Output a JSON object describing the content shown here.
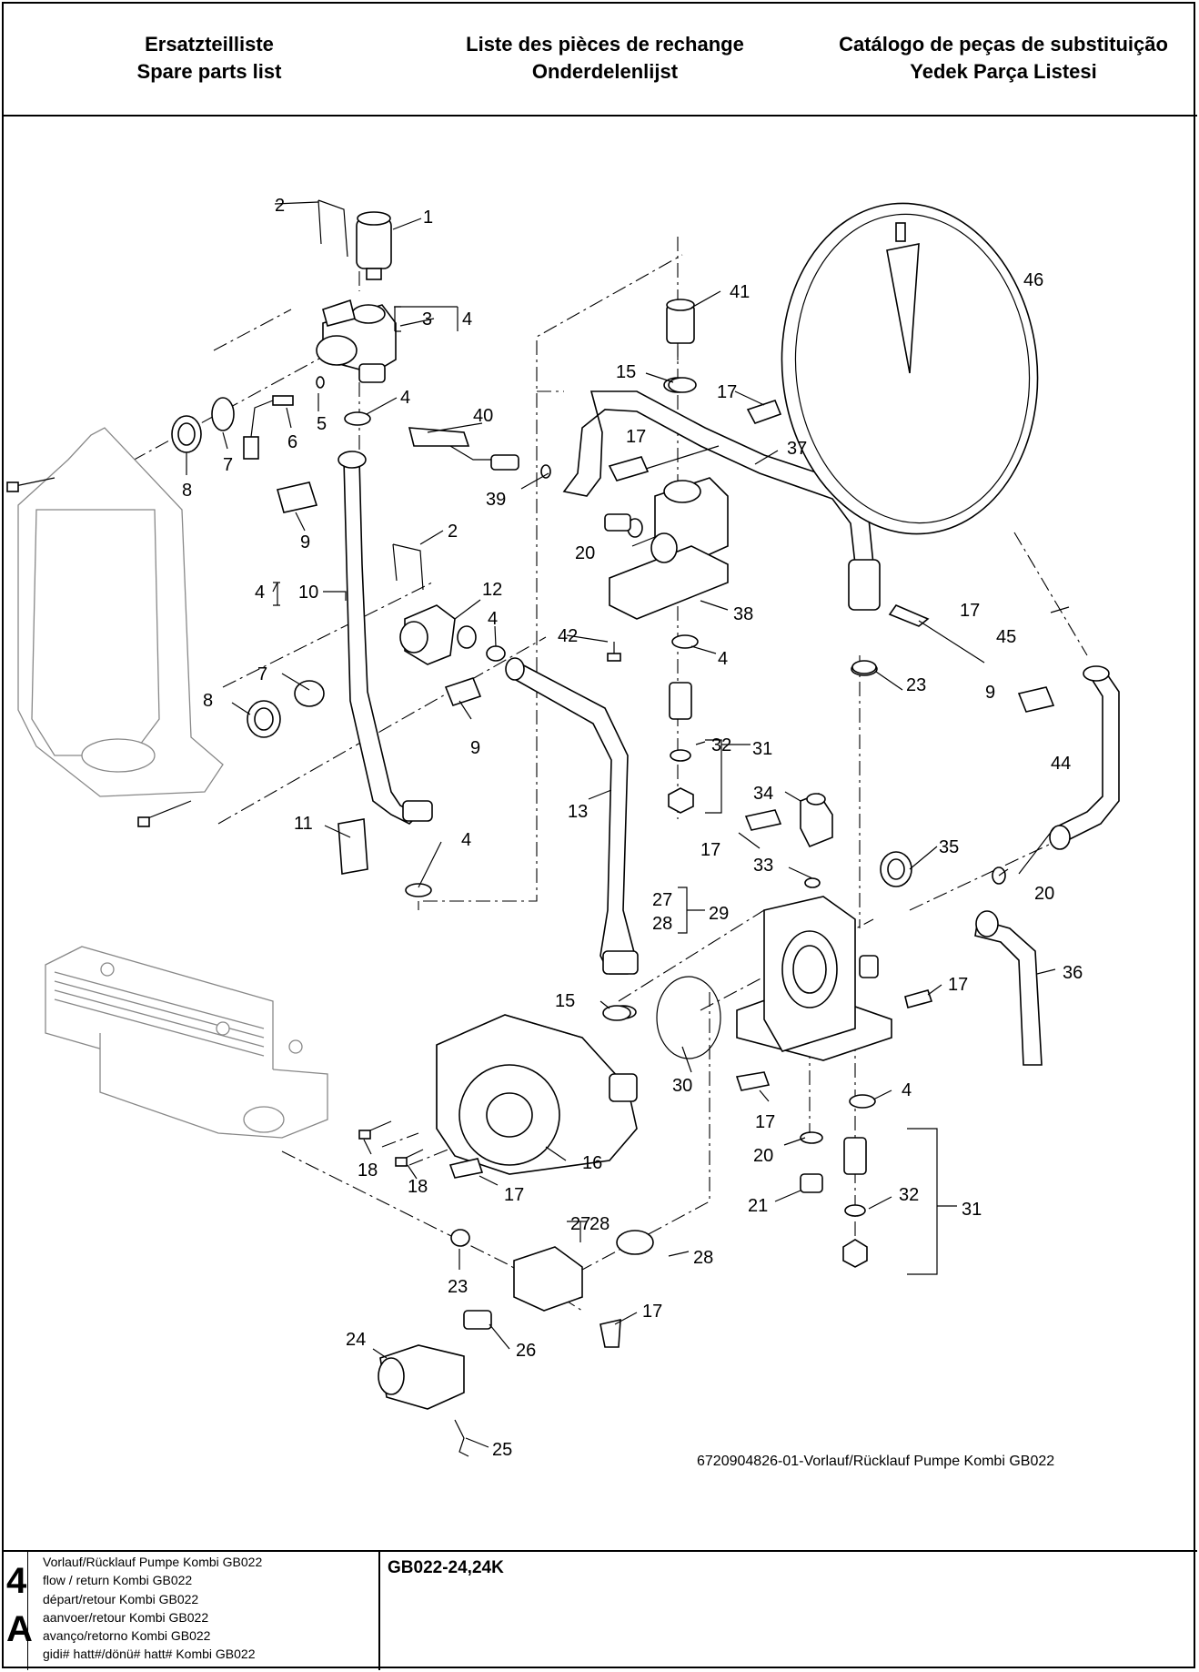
{
  "header": {
    "columns": [
      {
        "line1": "Ersatzteilliste",
        "line2": "Spare parts list"
      },
      {
        "line1": "Liste des pièces de rechange",
        "line2": "Onderdelenlijst"
      },
      {
        "line1": "Catálogo de peças de substituição",
        "line2": "Yedek Parça Listesi"
      }
    ]
  },
  "diagram": {
    "caption": "6720904826-01-Vorlauf/Rücklauf Pumpe Kombi GB022",
    "callouts": [
      "1",
      "2",
      "3",
      "4",
      "5",
      "6",
      "7",
      "8",
      "9",
      "10",
      "11",
      "12",
      "13",
      "15",
      "16",
      "17",
      "18",
      "20",
      "21",
      "23",
      "24",
      "25",
      "26",
      "27",
      "28",
      "29",
      "30",
      "31",
      "32",
      "33",
      "34",
      "35",
      "36",
      "37",
      "38",
      "39",
      "40",
      "41",
      "42",
      "44",
      "45",
      "46"
    ]
  },
  "footer": {
    "section_number": "4",
    "section_letter": "A",
    "descriptions": [
      "Vorlauf/Rücklauf Pumpe Kombi GB022",
      "flow / return  Kombi GB022",
      "départ/retour  Kombi GB022",
      "aanvoer/retour   Kombi GB022",
      "avanço/retorno  Kombi GB022",
      "gidi# hatt#/dönü# hatt#  Kombi GB022"
    ],
    "model": "GB022-24,24K"
  }
}
